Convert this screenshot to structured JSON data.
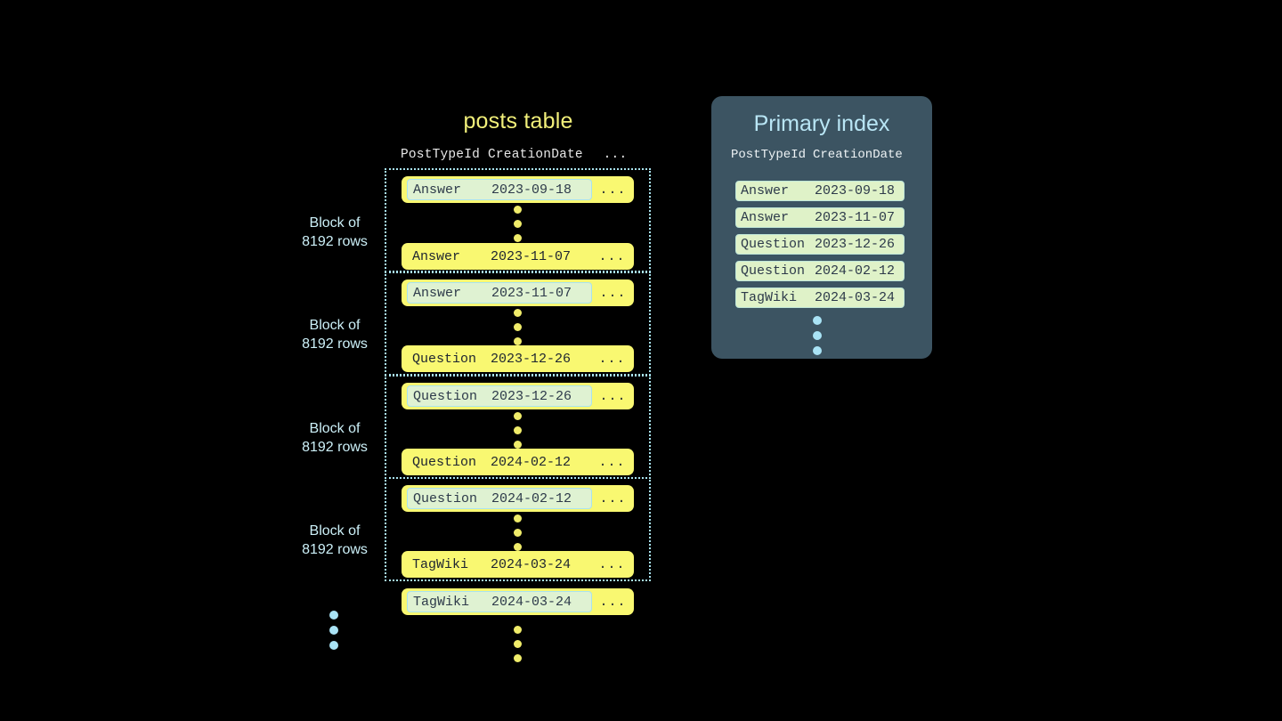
{
  "posts_table": {
    "title": "posts table",
    "columns": [
      "PostTypeId",
      "CreationDate",
      "..."
    ],
    "blocks": [
      {
        "label_line1": "Block of",
        "label_line2": "8192 rows",
        "first_row": {
          "type": "Answer",
          "date": "2023-09-18",
          "rest": "...",
          "keyed": true
        },
        "last_row": {
          "type": "Answer",
          "date": "2023-11-07",
          "rest": "...",
          "keyed": false
        }
      },
      {
        "label_line1": "Block of",
        "label_line2": "8192 rows",
        "first_row": {
          "type": "Answer",
          "date": "2023-11-07",
          "rest": "...",
          "keyed": true
        },
        "last_row": {
          "type": "Question",
          "date": "2023-12-26",
          "rest": "...",
          "keyed": false
        }
      },
      {
        "label_line1": "Block of",
        "label_line2": "8192 rows",
        "first_row": {
          "type": "Question",
          "date": "2023-12-26",
          "rest": "...",
          "keyed": true
        },
        "last_row": {
          "type": "Question",
          "date": "2024-02-12",
          "rest": "...",
          "keyed": false
        }
      },
      {
        "label_line1": "Block of",
        "label_line2": "8192 rows",
        "first_row": {
          "type": "Question",
          "date": "2024-02-12",
          "rest": "...",
          "keyed": true
        },
        "last_row": {
          "type": "TagWiki",
          "date": "2024-03-24",
          "rest": "...",
          "keyed": false
        }
      }
    ],
    "trailing_row": {
      "type": "TagWiki",
      "date": "2024-03-24",
      "rest": "...",
      "keyed": true
    }
  },
  "primary_index": {
    "title": "Primary index",
    "columns": [
      "PostTypeId",
      "CreationDate"
    ],
    "rows": [
      {
        "type": "Answer",
        "date": "2023-09-18"
      },
      {
        "type": "Answer",
        "date": "2023-11-07"
      },
      {
        "type": "Question",
        "date": "2023-12-26"
      },
      {
        "type": "Question",
        "date": "2024-02-12"
      },
      {
        "type": "TagWiki",
        "date": "2024-03-24"
      }
    ]
  },
  "colors": {
    "background": "#000000",
    "row_yellow": "#f9f871",
    "key_highlight_green": "#dff2d2",
    "key_border_blue": "#a9e3ef",
    "block_border_blue": "#a9e3ef",
    "panel_slate": "#3c5462",
    "panel_title_blue": "#b9e6f5",
    "table_title_yellow": "#f2f07a",
    "dots_yellow": "#f0ec6a",
    "dots_cyan": "#a9e3f5"
  }
}
